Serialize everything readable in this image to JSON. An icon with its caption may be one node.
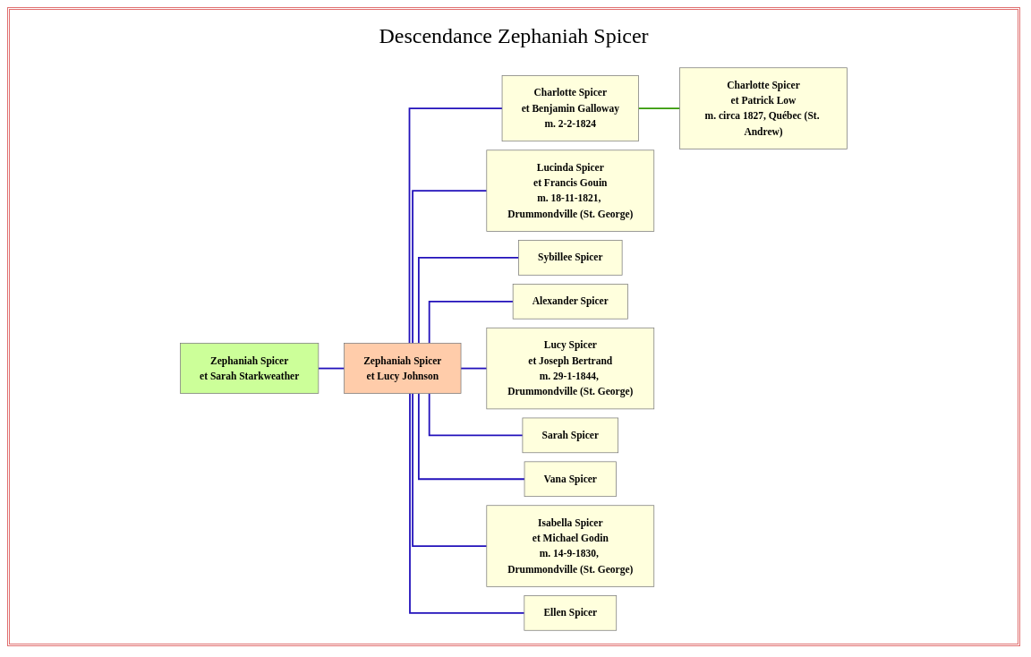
{
  "diagram": {
    "title": "Descendance Zephaniah Spicer",
    "nodes": [
      {
        "text": [
          "Zephaniah Spicer",
          "et Sarah Starkweather"
        ]
      },
      {
        "text": [
          "Zephaniah Spicer",
          "et Lucy Johnson"
        ]
      },
      {
        "text": [
          "Charlotte Spicer",
          "et Benjamin Galloway",
          "m. 2-2-1824"
        ]
      },
      {
        "text": [
          "Charlotte Spicer",
          "et Patrick Low",
          "m. circa 1827, Québec (St. Andrew)"
        ]
      },
      {
        "text": [
          "Lucinda Spicer",
          "et Francis Gouin",
          "m. 18-11-1821, Drummondville (St. George)"
        ]
      },
      {
        "text": [
          "Sybillee Spicer"
        ]
      },
      {
        "text": [
          "Alexander Spicer"
        ]
      },
      {
        "text": [
          "Lucy Spicer",
          "et Joseph Bertrand",
          "m. 29-1-1844, Drummondville (St. George)"
        ]
      },
      {
        "text": [
          "Sarah Spicer"
        ]
      },
      {
        "text": [
          "Vana Spicer"
        ]
      },
      {
        "text": [
          "Isabella Spicer",
          "et Michael Godin",
          "m. 14-9-1830, Drummondville (St. George)"
        ]
      },
      {
        "text": [
          "Ellen Spicer"
        ]
      }
    ],
    "edges": [
      {
        "from": 0,
        "to": 1,
        "arrow": "none"
      },
      {
        "from": 1,
        "to": 2,
        "arrow": "none"
      },
      {
        "from": 2,
        "to": 3,
        "arrow": "none",
        "color": "#339900"
      },
      {
        "from": 1,
        "to": 4,
        "arrow": "none"
      },
      {
        "from": 1,
        "to": 5,
        "arrow": "none"
      },
      {
        "from": 1,
        "to": 6,
        "arrow": "none"
      },
      {
        "from": 1,
        "to": 7,
        "arrow": "none"
      },
      {
        "from": 1,
        "to": 8,
        "arrow": "none"
      },
      {
        "from": 1,
        "to": 9,
        "arrow": "none"
      },
      {
        "from": 1,
        "to": 10,
        "arrow": "none"
      },
      {
        "from": 1,
        "to": 11,
        "arrow": "none"
      }
    ]
  }
}
